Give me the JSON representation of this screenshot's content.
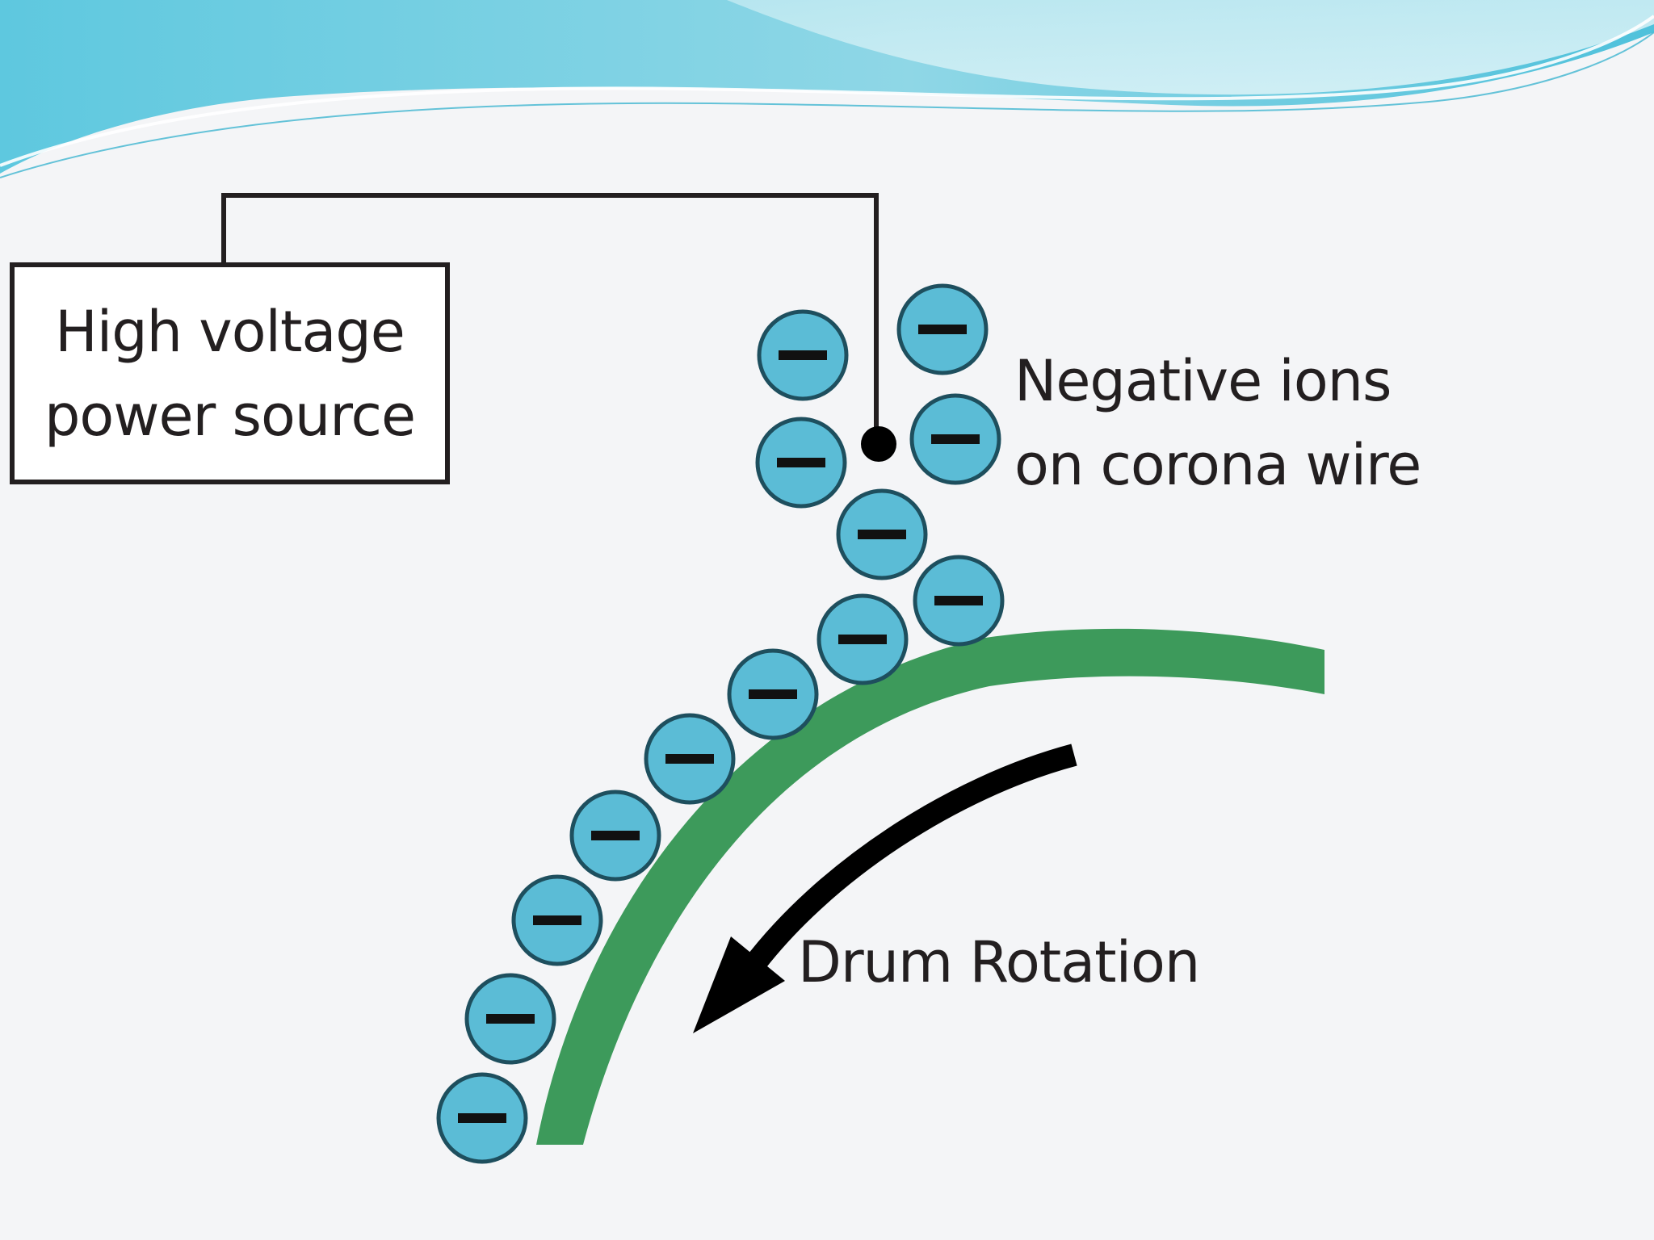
{
  "power_source": {
    "line1": "High voltage",
    "line2": "power source"
  },
  "ions_label": {
    "line1": "Negative ions",
    "line2": "on corona wire"
  },
  "drum_label": "Drum Rotation",
  "ion_symbol": "−",
  "colors": {
    "ion_fill": "#5bbcd6",
    "ion_stroke": "#1e4f5e",
    "drum": "#3d9a5b",
    "wire": "#231f20",
    "header_wave": "#7fd3e3"
  }
}
